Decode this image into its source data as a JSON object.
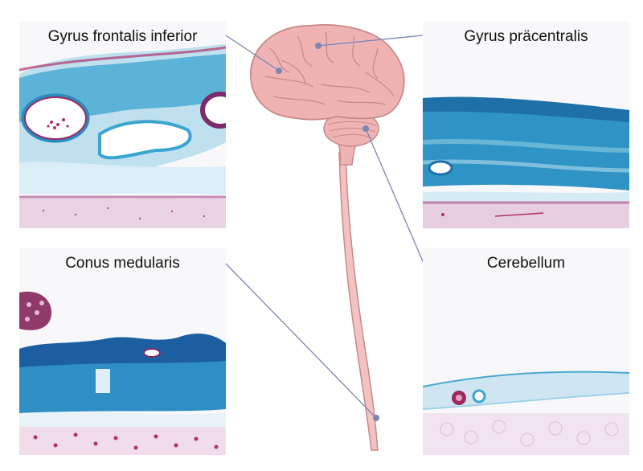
{
  "panels": {
    "top_left": {
      "label": "Gyrus frontalis inferior"
    },
    "top_right": {
      "label": "Gyrus präcentralis"
    },
    "bottom_left": {
      "label": "Conus medularis"
    },
    "bottom_right": {
      "label": "Cerebellum"
    }
  },
  "colors": {
    "connector": "#7b86b5",
    "stain_blue": "#3aa6cf",
    "stain_deep_blue": "#1f78b0",
    "stain_magenta": "#b0306d",
    "tissue_pink": "#e6c7dc",
    "brain_pink": "#f0b3b3",
    "brain_outline": "#c98989",
    "panel_bg": "#f7f7f8"
  }
}
